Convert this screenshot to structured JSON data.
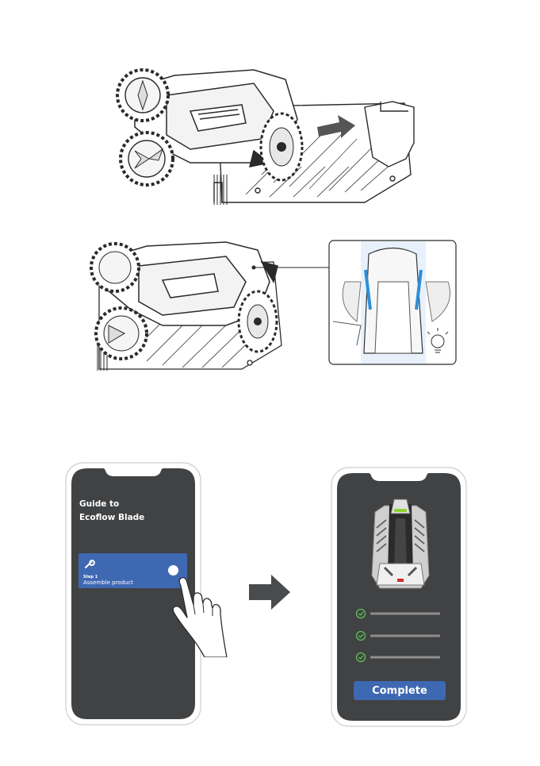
{
  "left_phone": {
    "title_line1": "Guide to",
    "title_line2": "Ecoflow Blade",
    "step": {
      "label": "Step 1",
      "title": "Assemble product",
      "icon": "wrench-icon"
    }
  },
  "right_phone": {
    "complete_label": "Complete",
    "checklist_count_icon": "check-circle-icon"
  },
  "colors": {
    "phone_screen": "#414244",
    "accent_blue": "#3f68b3",
    "check_green": "#5cc05a",
    "highlight_blue": "#2f8fd8",
    "light_green": "#8ed135",
    "brake_red": "#d62b2b"
  },
  "icons": [
    "arrow-right-icon",
    "lightbulb-icon",
    "hand-pointer-icon",
    "wrench-icon",
    "check-circle-icon"
  ]
}
